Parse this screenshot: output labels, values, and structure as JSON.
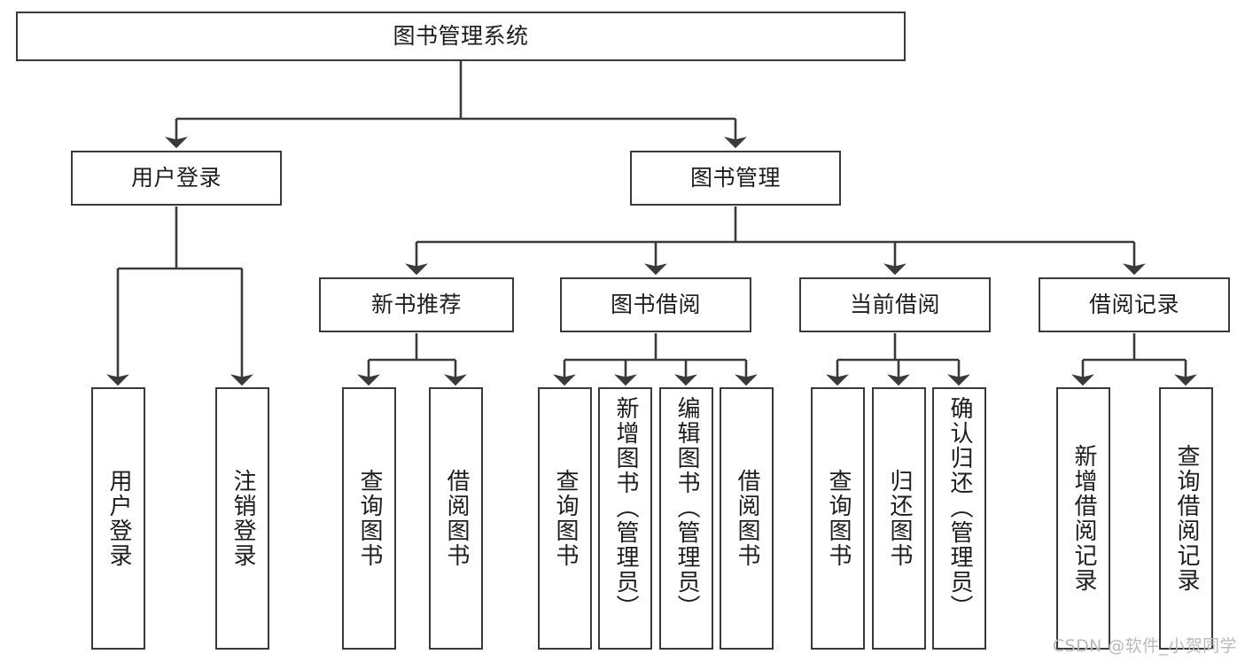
{
  "diagram": {
    "type": "tree-hierarchy-chart",
    "title": "图书管理系统",
    "line_color": "#3a3a3a",
    "box_fill": "#ffffff",
    "text_color": "#1d1d1d",
    "nodes": {
      "root": {
        "label": "图书管理系统"
      },
      "level2": [
        {
          "id": "user-login",
          "label": "用户登录"
        },
        {
          "id": "book-management",
          "label": "图书管理"
        }
      ],
      "level3": [
        {
          "id": "new-book-recommend",
          "label": "新书推荐"
        },
        {
          "id": "book-borrow",
          "label": "图书借阅"
        },
        {
          "id": "current-borrow",
          "label": "当前借阅"
        },
        {
          "id": "borrow-record",
          "label": "借阅记录"
        }
      ],
      "leaves": {
        "user_login": [
          {
            "id": "leaf-user-login",
            "label": "用户登录"
          },
          {
            "id": "leaf-logout-login",
            "label": "注销登录"
          }
        ],
        "new_book_recommend": [
          {
            "id": "leaf-query-book-1",
            "label": "查询图书"
          },
          {
            "id": "leaf-borrow-book-1",
            "label": "借阅图书"
          }
        ],
        "book_borrow": [
          {
            "id": "leaf-query-book-2",
            "label": "查询图书"
          },
          {
            "id": "leaf-add-book",
            "label": "新增图书（管理员）"
          },
          {
            "id": "leaf-edit-book",
            "label": "编辑图书（管理员）"
          },
          {
            "id": "leaf-borrow-book-2",
            "label": "借阅图书"
          }
        ],
        "current_borrow": [
          {
            "id": "leaf-query-book-3",
            "label": "查询图书"
          },
          {
            "id": "leaf-return-book",
            "label": "归还图书"
          },
          {
            "id": "leaf-confirm-return",
            "label": "确认归还（管理员）"
          }
        ],
        "borrow_record": [
          {
            "id": "leaf-add-borrow-record",
            "label": "新增借阅记录"
          },
          {
            "id": "leaf-query-borrow-record",
            "label": "查询借阅记录"
          }
        ]
      }
    }
  },
  "watermark": {
    "text": "CSDN @软件_小贺同学"
  }
}
